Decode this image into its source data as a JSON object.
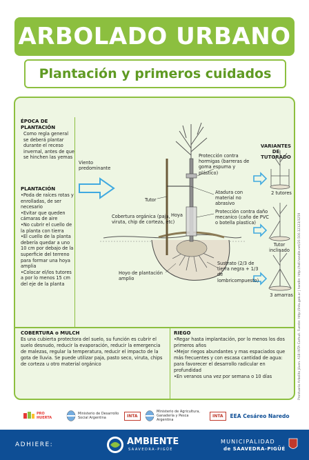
{
  "title": "ARBOLADO URBANO",
  "subtitle": "Plantación y primeros cuidados",
  "epoca": {
    "heading": "ÉPOCA DE PLANTACIÓN",
    "body": "Como regla general se deberá plantar durante el receso invernal, antes de que se hinchen las yemas"
  },
  "plantacion": {
    "heading": "PLANTACIÓN",
    "items": [
      "•Poda de raíces rotas y enrolladas, de ser necesario",
      "•Evitar que queden cámaras de aire",
      "•No cubrir el cuello de la planta con tierra",
      "•El cuello de la planta debería quedar a uno 10 cm por debajo de la superficie del terreno para formar una hoya amplia",
      "•Colocar el/los tutores a por lo menos 15 cm del eje de la planta"
    ]
  },
  "illustration": {
    "viento": "Viento predominante",
    "proteccion_hormigas": "Protección contra hormigas (barreras de goma espuma y plástico)",
    "atadura": "Atadura con material no abrasivo",
    "proteccion_mecanico": "Protección contra daño mecanico (caño de PVC o botella plastica)",
    "tutor": "Tutor",
    "cobertura_organica": "Cobertura orgánica (paja, viruta, chip de corteza, etc)",
    "hoya": "Hoya",
    "hoyo": "Hoyo de plantación amplio",
    "sustrato": "Sustrato (2/3 de tierra negra + 1/3 de lombricompuesto)",
    "variantes_title": "VARIANTES DE TUTORADO",
    "variante_1": "2 tutores",
    "variante_2": "Tutor inclinado",
    "variante_3": "3 amarras"
  },
  "cobertura": {
    "heading": "COBERTURA o MULCH",
    "body": "Es una cubierta protectora del suelo, su función es cubrir el suelo desnudo, reducir la evaporación, reducir la emergencia de malezas, regular la temperatura, reducir el impacto de la gota de lluvia. Se puede utilizar paja, pasto seco, viruta, chips de corteza u otro material orgánico"
  },
  "riego": {
    "heading": "RIEGO",
    "items": [
      "•Regar hasta implantación, por lo menos los dos primeros años",
      "•Mejor riegos abundantes y mas espaciados que más frecuentes y con escasa cantidad de agua: para favorecer el desarrollo radicular en profundidad",
      "•En veranos una vez por semana o 10 días"
    ]
  },
  "credit": "Prontuario Arbolito Jóven. A18 INTA Carhué. Fuente: http://inta.gob.ar | handle: http://hdl.handle.net/20.500.12123/3259",
  "logos": {
    "prohuerta": "PRO HUERTA",
    "desarrollo_social": "Ministerio de Desarrollo Social Argentina",
    "inta1": "INTA",
    "agricultura": "Ministerio de Agricultura, Ganadería y Pesca Argentina",
    "inta2": "INTA",
    "eea": "EEA Cesáreo Naredo"
  },
  "footer": {
    "adhiere": "ADHIERE:",
    "ambiente": "AMBIENTE",
    "ambiente_sub": "SAAVEDRA-PIGÜÉ",
    "municipalidad": "MUNICIPALIDAD",
    "municipalidad_sub": "de SAAVEDRA-PIGÜÉ"
  },
  "colors": {
    "green": "#8cbf3f",
    "dark_green": "#5f9a23",
    "panel_bg": "#eef6e3",
    "arrow_blue": "#3fa9e0",
    "footer_blue": "#0e4e95"
  }
}
